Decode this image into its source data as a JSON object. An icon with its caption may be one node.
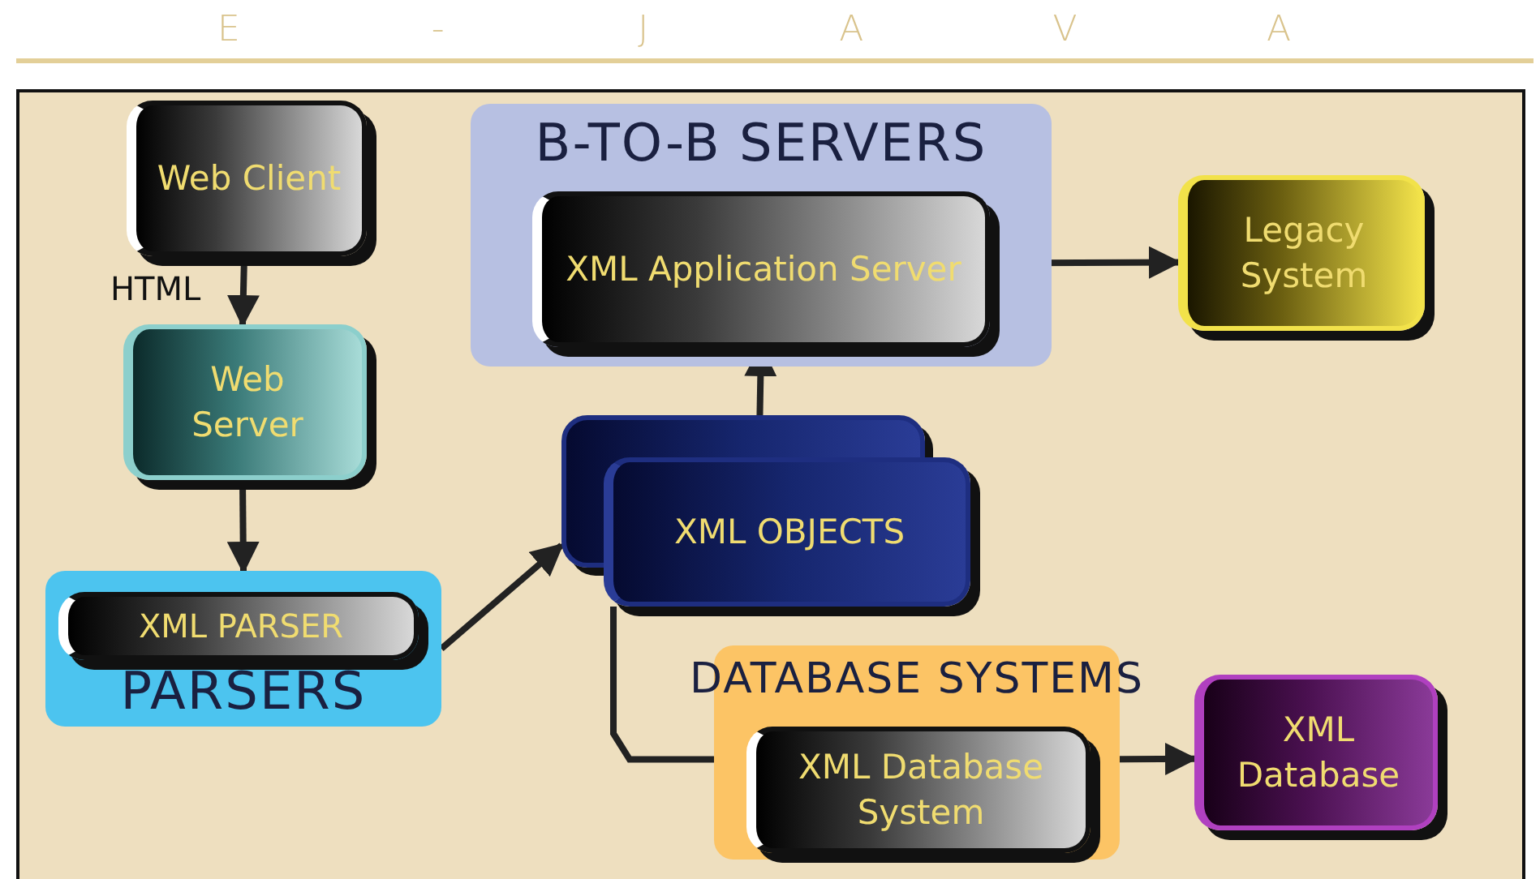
{
  "diagram": {
    "nodes": [
      {
        "text": [
          "Web Client"
        ]
      },
      {
        "text": [
          "Web Server"
        ]
      },
      {
        "text": [
          "PARSERS"
        ]
      },
      {
        "text": [
          "XML PARSER"
        ],
        "in": 2
      },
      {
        "text": [
          "B-TO-B SERVERS"
        ]
      },
      {
        "text": [
          "XML Application Server"
        ],
        "in": 4
      },
      {
        "text": [
          "Legacy System"
        ]
      },
      {
        "text": [
          "XML OBJECTS"
        ]
      },
      {
        "text": [
          "DATABASE SYSTEMS"
        ]
      },
      {
        "text": [
          "XML Database System"
        ],
        "in": 8
      },
      {
        "text": [
          "XML Database"
        ]
      }
    ],
    "edges": [
      {
        "from": 0,
        "to": 1,
        "arrow": "to",
        "label": "HTML"
      },
      {
        "from": 1,
        "to": 2,
        "arrow": "to"
      },
      {
        "from": 2,
        "to": 7,
        "arrow": "to"
      },
      {
        "from": 7,
        "to": 5,
        "arrow": "to"
      },
      {
        "from": 5,
        "to": 6,
        "arrow": "to"
      },
      {
        "from": 7,
        "to": 9,
        "arrow": "to"
      },
      {
        "from": 9,
        "to": 10,
        "arrow": "to"
      }
    ],
    "labels": [
      "E-JAVA"
    ]
  }
}
